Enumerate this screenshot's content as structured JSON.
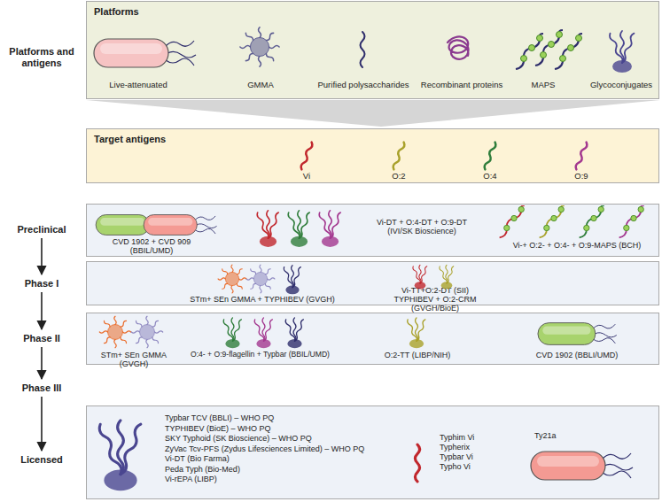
{
  "diagram": {
    "nodes": [
      {
        "text": [
          "Platforms",
          "Live-attenuated",
          "GMMA",
          "Purified polysaccharides",
          "Recombinant proteins",
          "MAPS",
          "Glycoconjugates"
        ]
      },
      {
        "text": [
          "Target antigens",
          "Vi",
          "O:2",
          "O:4",
          "O:9"
        ]
      },
      {
        "text": [
          "Preclinical"
        ]
      },
      {
        "text": [
          "CVD 1902 + CVD 909 (BBIL/UMD)",
          "Vi-DT + O:4-DT + O:9-DT (IVI/SK Bioscience)",
          "Vi-+ O:2- + O:4- + O:9-MAPS (BCH)"
        ]
      },
      {
        "text": [
          "Phase I"
        ]
      },
      {
        "text": [
          "STm+ SEn GMMA + TYPHIBEV (GVGH)",
          "Vi-TT+O:2-DT (SII)",
          "TYPHIBEV + O:2-CRM (GVGH/BioE)"
        ]
      },
      {
        "text": [
          "Phase II"
        ]
      },
      {
        "text": [
          "STm+ SEn GMMA (GVGH)",
          "O:4- + O:9-flagellin + Typbar (BBIL/UMD)",
          "O:2-TT (LIBP/NIH)",
          "CVD 1902 (BBLI/UMD)"
        ]
      },
      {
        "text": [
          "Phase III"
        ]
      },
      {
        "text": [
          "Licensed"
        ]
      },
      {
        "text": [
          "Typbar TCV (BBLI) – WHO PQ",
          "TYPHIBEV (BioE) – WHO PQ",
          "SKY Typhoid (SK Bioscience) – WHO PQ",
          "ZyVac Tcv-PFS (Zydus Lifesciences Limited) – WHO PQ",
          "Vi-DT (Bio Farma)",
          "Peda Typh (Bio-Med)",
          "Vi-rEPA (LIBP)",
          "Typhim Vi",
          "Typherix",
          "Typbar Vi",
          "Typho Vi",
          "Ty21a"
        ]
      }
    ],
    "edges": [
      {
        "from": 2,
        "to": 4,
        "arrow": "to"
      },
      {
        "from": 4,
        "to": 6,
        "arrow": "to"
      },
      {
        "from": 6,
        "to": 8,
        "arrow": "to"
      },
      {
        "from": 8,
        "to": 9,
        "arrow": "to"
      }
    ],
    "labels": [
      "Platforms and antigens"
    ]
  }
}
